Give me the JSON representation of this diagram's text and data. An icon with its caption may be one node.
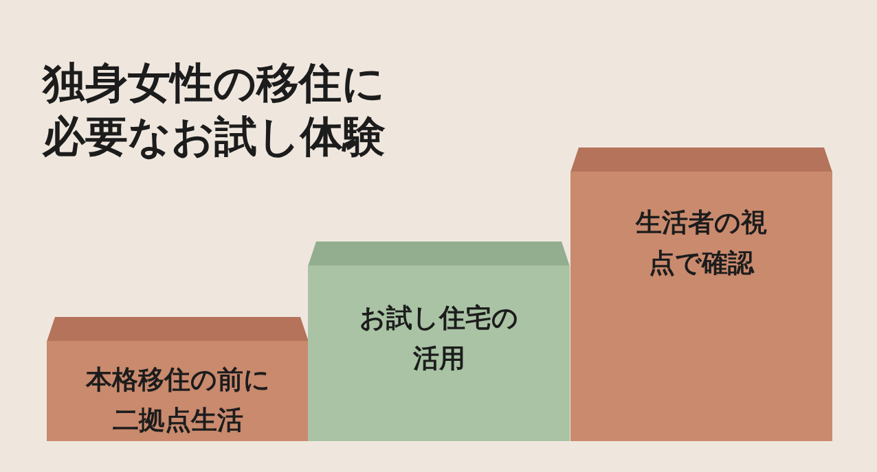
{
  "diagram": {
    "title": "独身女性の移住に必要なお試し体験",
    "nodes": [
      {
        "text": [
          "本格移住の前に二拠点生活"
        ]
      },
      {
        "text": [
          "お試し住宅の活用"
        ]
      },
      {
        "text": [
          "生活者の視点で確認"
        ]
      }
    ],
    "edges": []
  }
}
